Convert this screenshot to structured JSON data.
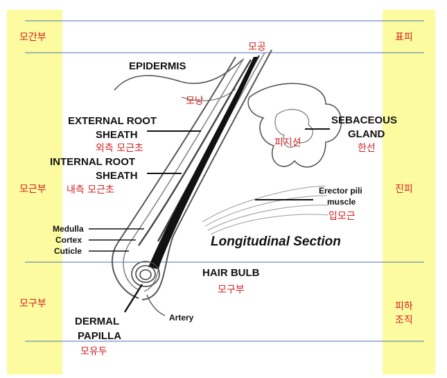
{
  "colors": {
    "side_band": "#fdfba0",
    "divider": "#4a6fb5",
    "korean_label": "#d42020",
    "english_label": "#111111",
    "outline": "#555555"
  },
  "zones_left": [
    "모간부",
    "모근부",
    "모구부",
    "모유두"
  ],
  "zones_right": [
    "표피",
    "진피",
    "피하",
    "조직"
  ],
  "structures": {
    "epidermis": "EPIDERMIS",
    "external_root_sheath_1": "EXTERNAL ROOT",
    "external_root_sheath_2": "SHEATH",
    "internal_root_sheath_1": "INTERNAL ROOT",
    "internal_root_sheath_2": "SHEATH",
    "sebaceous_gland_1": "SEBACEOUS",
    "sebaceous_gland_2": "GLAND",
    "erector_pili_1": "Erector pili",
    "erector_pili_2": "muscle",
    "medulla": "Medulla",
    "cortex": "Cortex",
    "cuticle": "Cuticle",
    "hair_bulb": "HAIR BULB",
    "dermal_papilla_1": "DERMAL",
    "dermal_papilla_2": "PAPILLA",
    "artery": "Artery",
    "section_title": "Longitudinal Section"
  },
  "korean_labels": {
    "pore": "모공",
    "follicle": "모낭",
    "external_root_sheath": "외측 모근초",
    "internal_root_sheath": "내측 모근초",
    "sebaceous_duct": "피지선",
    "sebaceous_gland": "한선",
    "erector_pili": "입모근",
    "hair_bulb": "모구부"
  }
}
